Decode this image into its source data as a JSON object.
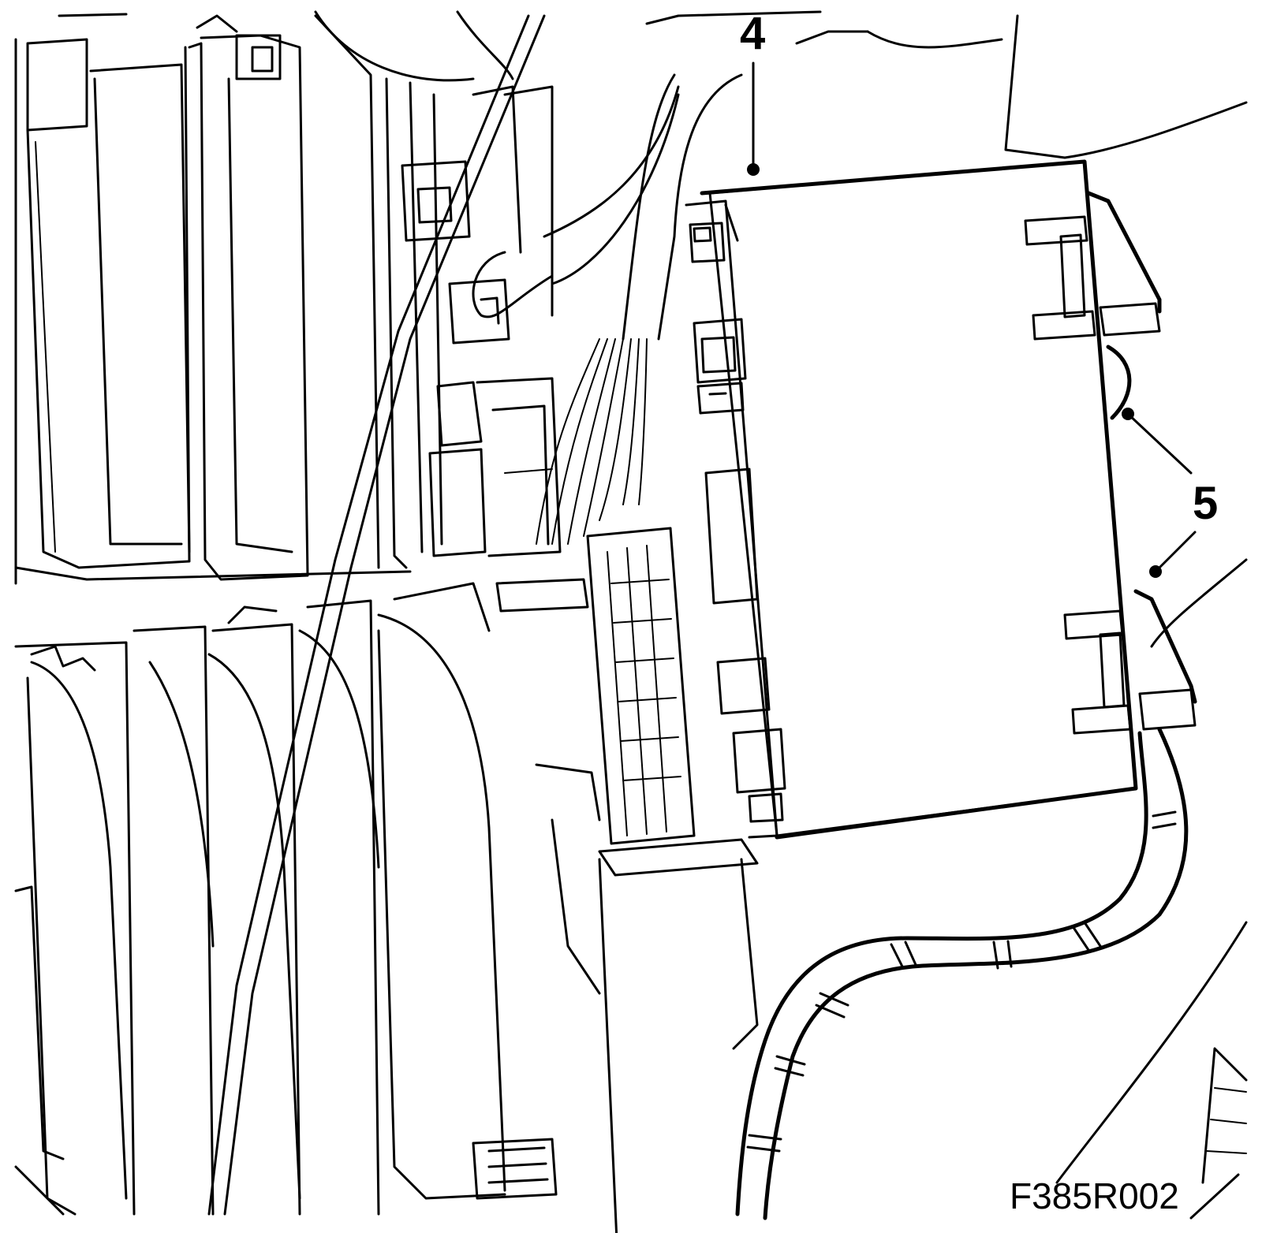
{
  "diagram": {
    "callouts": [
      {
        "id": "4",
        "label": "4"
      },
      {
        "id": "5",
        "label": "5"
      }
    ],
    "figure_code": "F385R002",
    "colors": {
      "line": "#000000",
      "background": "#ffffff"
    }
  }
}
